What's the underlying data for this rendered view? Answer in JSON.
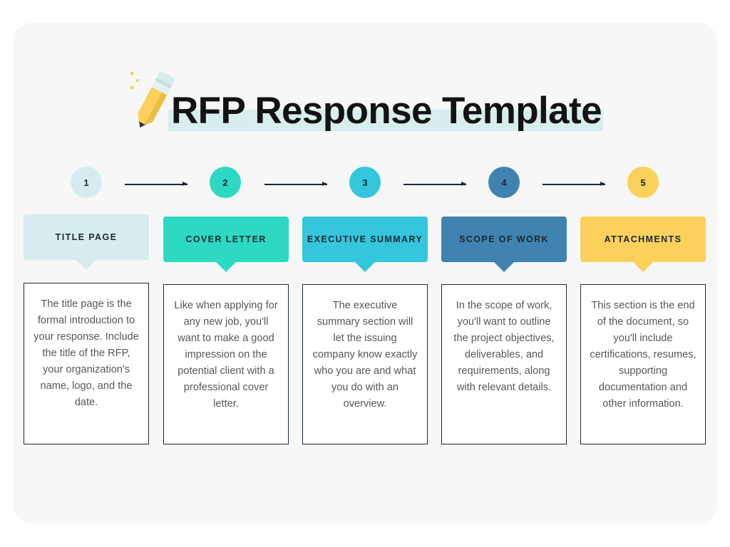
{
  "panel": {
    "background": "#f7f7f7"
  },
  "header": {
    "title": "RFP Response Template",
    "highlight_color": "#d7edee",
    "icon": "pencil-icon"
  },
  "steps": [
    {
      "number": "1",
      "label": "TITLE PAGE",
      "color": "#d7eded",
      "text": "The title page is the formal introduction to your response. Include the title of the RFP, your organization's name, logo, and the date."
    },
    {
      "number": "2",
      "label": "COVER LETTER",
      "color": "#2ed9c3",
      "text": "Like when applying for any new job, you'll want to make a good impression on the potential client with a professional cover letter."
    },
    {
      "number": "3",
      "label": "EXECUTIVE SUMMARY",
      "color": "#33c6dd",
      "text": "The executive summary section will let the issuing company know exactly who you are and what you do with an overview."
    },
    {
      "number": "4",
      "label": "SCOPE OF WORK",
      "color": "#4083b0",
      "text": "In the scope of work, you'll want to outline the project objectives, deliverables, and requirements, along with relevant details."
    },
    {
      "number": "5",
      "label": "ATTACHMENTS",
      "color": "#fbd15b",
      "text": "This section is the end of the document, so you'll include certifications, resumes, supporting documentation and other information."
    }
  ],
  "connectors": [
    {
      "name": "arrow-1-2"
    },
    {
      "name": "arrow-2-3"
    },
    {
      "name": "arrow-3-4"
    },
    {
      "name": "arrow-4-5"
    }
  ]
}
